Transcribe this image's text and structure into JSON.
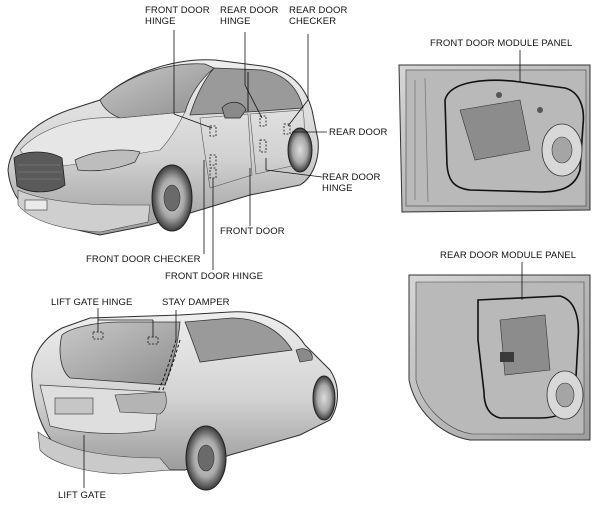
{
  "labels": {
    "front_door_hinge_top": [
      "FRONT DOOR",
      "HINGE"
    ],
    "rear_door_hinge_top": [
      "REAR DOOR",
      "HINGE"
    ],
    "rear_door_checker": [
      "REAR DOOR",
      "CHECKER"
    ],
    "rear_door": "REAR DOOR",
    "rear_door_hinge_side": [
      "REAR DOOR",
      "HINGE"
    ],
    "front_door": "FRONT DOOR",
    "front_door_checker": "FRONT DOOR CHECKER",
    "front_door_hinge_bottom": "FRONT DOOR HINGE",
    "lift_gate_hinge": "LIFT GATE HINGE",
    "stay_damper": "STAY DAMPER",
    "lift_gate": "LIFT GATE",
    "front_door_module_panel": "FRONT DOOR MODULE PANEL",
    "rear_door_module_panel": "REAR DOOR MODULE PANEL"
  },
  "colors": {
    "body_fill": "#d9d9d9",
    "body_shade": "#a9a9a9",
    "dark": "#4a4a4a",
    "leader": "#111111"
  }
}
